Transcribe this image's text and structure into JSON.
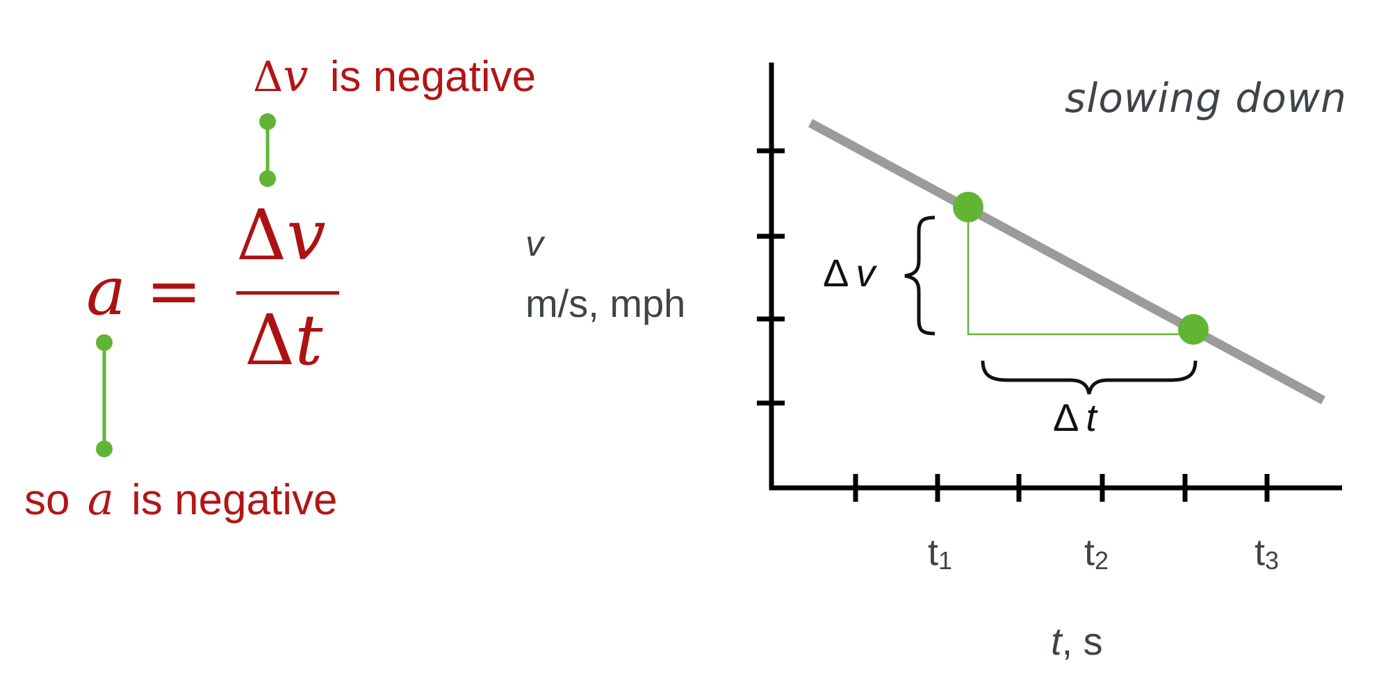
{
  "formula": {
    "lhs": "a",
    "equals": "=",
    "numerator_delta": "Δ",
    "numerator_var": "v",
    "denominator_delta": "Δ",
    "denominator_var": "t"
  },
  "annotations": {
    "top_delta": "Δ",
    "top_var": "v",
    "top_text": "is negative",
    "bottom_prefix": "so",
    "bottom_var": "a",
    "bottom_text": "is negative"
  },
  "graph": {
    "title": "slowing down",
    "y_label_var": "v",
    "y_label_units": "m/s, mph",
    "x_label_var": "t",
    "x_label_units": ", s",
    "x_ticks": [
      {
        "base": "t",
        "sub": "1"
      },
      {
        "base": "t",
        "sub": "2"
      },
      {
        "base": "t",
        "sub": "3"
      }
    ],
    "delta_v_label": {
      "delta": "Δ",
      "var": "v"
    },
    "delta_t_label": {
      "delta": "Δ",
      "var": "t"
    }
  },
  "colors": {
    "red": "#b31515",
    "green": "#62b534",
    "line_gray": "#999c99",
    "text_gray": "#3f434a"
  }
}
